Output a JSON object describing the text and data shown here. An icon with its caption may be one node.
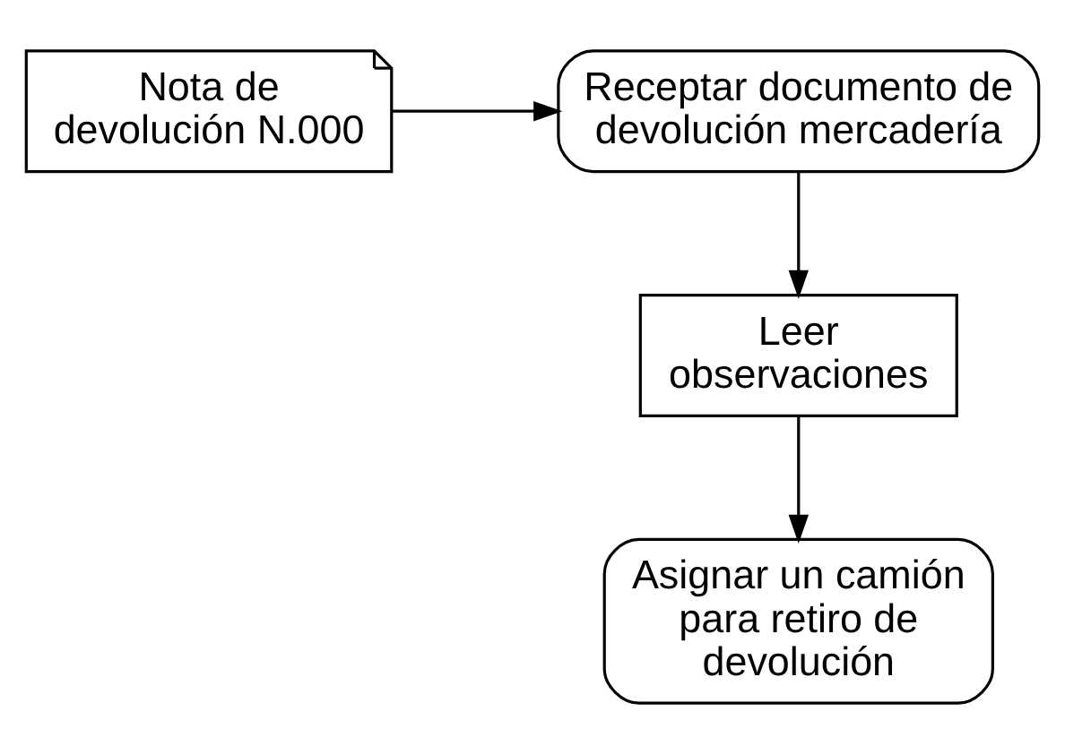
{
  "diagram": {
    "nodes": [
      {
        "text": [
          "Nota de devolución N.000"
        ]
      },
      {
        "text": [
          "Receptar documento de devolución mercadería"
        ]
      },
      {
        "text": [
          "Leer observaciones"
        ]
      },
      {
        "text": [
          "Asignar un camión para retiro de devolución"
        ]
      }
    ],
    "edges": [
      {
        "from": 0,
        "to": 1,
        "arrow": "to"
      },
      {
        "from": 1,
        "to": 2,
        "arrow": "to"
      },
      {
        "from": 2,
        "to": 3,
        "arrow": "to"
      }
    ]
  }
}
